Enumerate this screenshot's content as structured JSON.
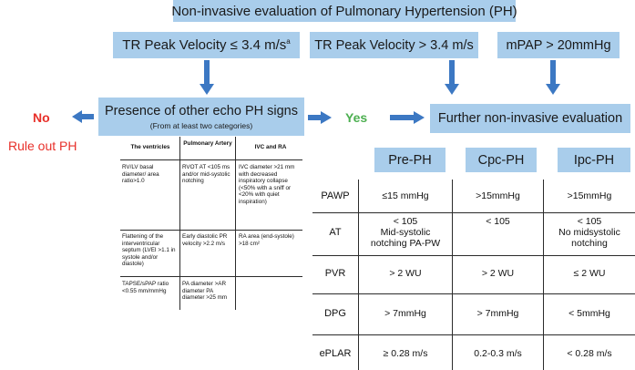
{
  "title": "Non-invasive evaluation of Pulmonary Hypertension (PH)",
  "top_boxes": {
    "tr_low": "TR Peak Velocity ≤ 3.4 m/s",
    "tr_low_sup": "a",
    "tr_high": "TR Peak Velocity > 3.4 m/s",
    "mpap": "mPAP > 20mmHg"
  },
  "presence": {
    "title": "Presence of other echo PH signs",
    "subtitle": "(From at least two categories)"
  },
  "no_label": "No",
  "yes_label": "Yes",
  "rule_out": "Rule out PH",
  "further": "Further non-invasive evaluation",
  "echo_table": {
    "headers": [
      "The ventricles",
      "Pulmonary Artery",
      "IVC and RA"
    ],
    "rows": [
      [
        "RV/LV basal diameter/ area ratio>1.0",
        "RVOT AT <105 ms and/or mid-systolic notching",
        "IVC diameter >21 mm with decreased inspiratory collapse (<50% with a sniff or <20% with quiet inspiration)"
      ],
      [
        "Flattening of the interventricular septum (LVEI >1.1 in systole and/or diastole)",
        "Early diastolic PR velocity >2.2 m/s",
        "RA area (end-systole) >18 cm²"
      ],
      [
        "TAPSE/sPAP ratio <0.55 mm/mmHg",
        "PA diameter >AR diameter PA diameter >25 mm",
        ""
      ]
    ]
  },
  "ph_table": {
    "columns": [
      "Pre-PH",
      "Cpc-PH",
      "Ipc-PH"
    ],
    "rows": [
      {
        "label": "PAWP",
        "values": [
          "≤15 mmHg",
          ">15mmHg",
          ">15mmHg"
        ]
      },
      {
        "label": "AT",
        "values": [
          "< 105\nMid-systolic\nnotching PA-PW",
          "< 105",
          "< 105\nNo midsystolic\nnotching"
        ]
      },
      {
        "label": "PVR",
        "values": [
          "> 2 WU",
          "> 2 WU",
          "≤ 2 WU"
        ]
      },
      {
        "label": "DPG",
        "values": [
          "> 7mmHg",
          "> 7mmHg",
          "< 5mmHg"
        ]
      },
      {
        "label": "ePLAR",
        "values": [
          "≥ 0.28 m/s",
          "0.2-0.3 m/s",
          "< 0.28 m/s"
        ]
      }
    ]
  },
  "colors": {
    "box_fill": "#a9cdeb",
    "arrow": "#3c78c3",
    "no_red": "#e8302a",
    "yes_green": "#4caf50"
  }
}
